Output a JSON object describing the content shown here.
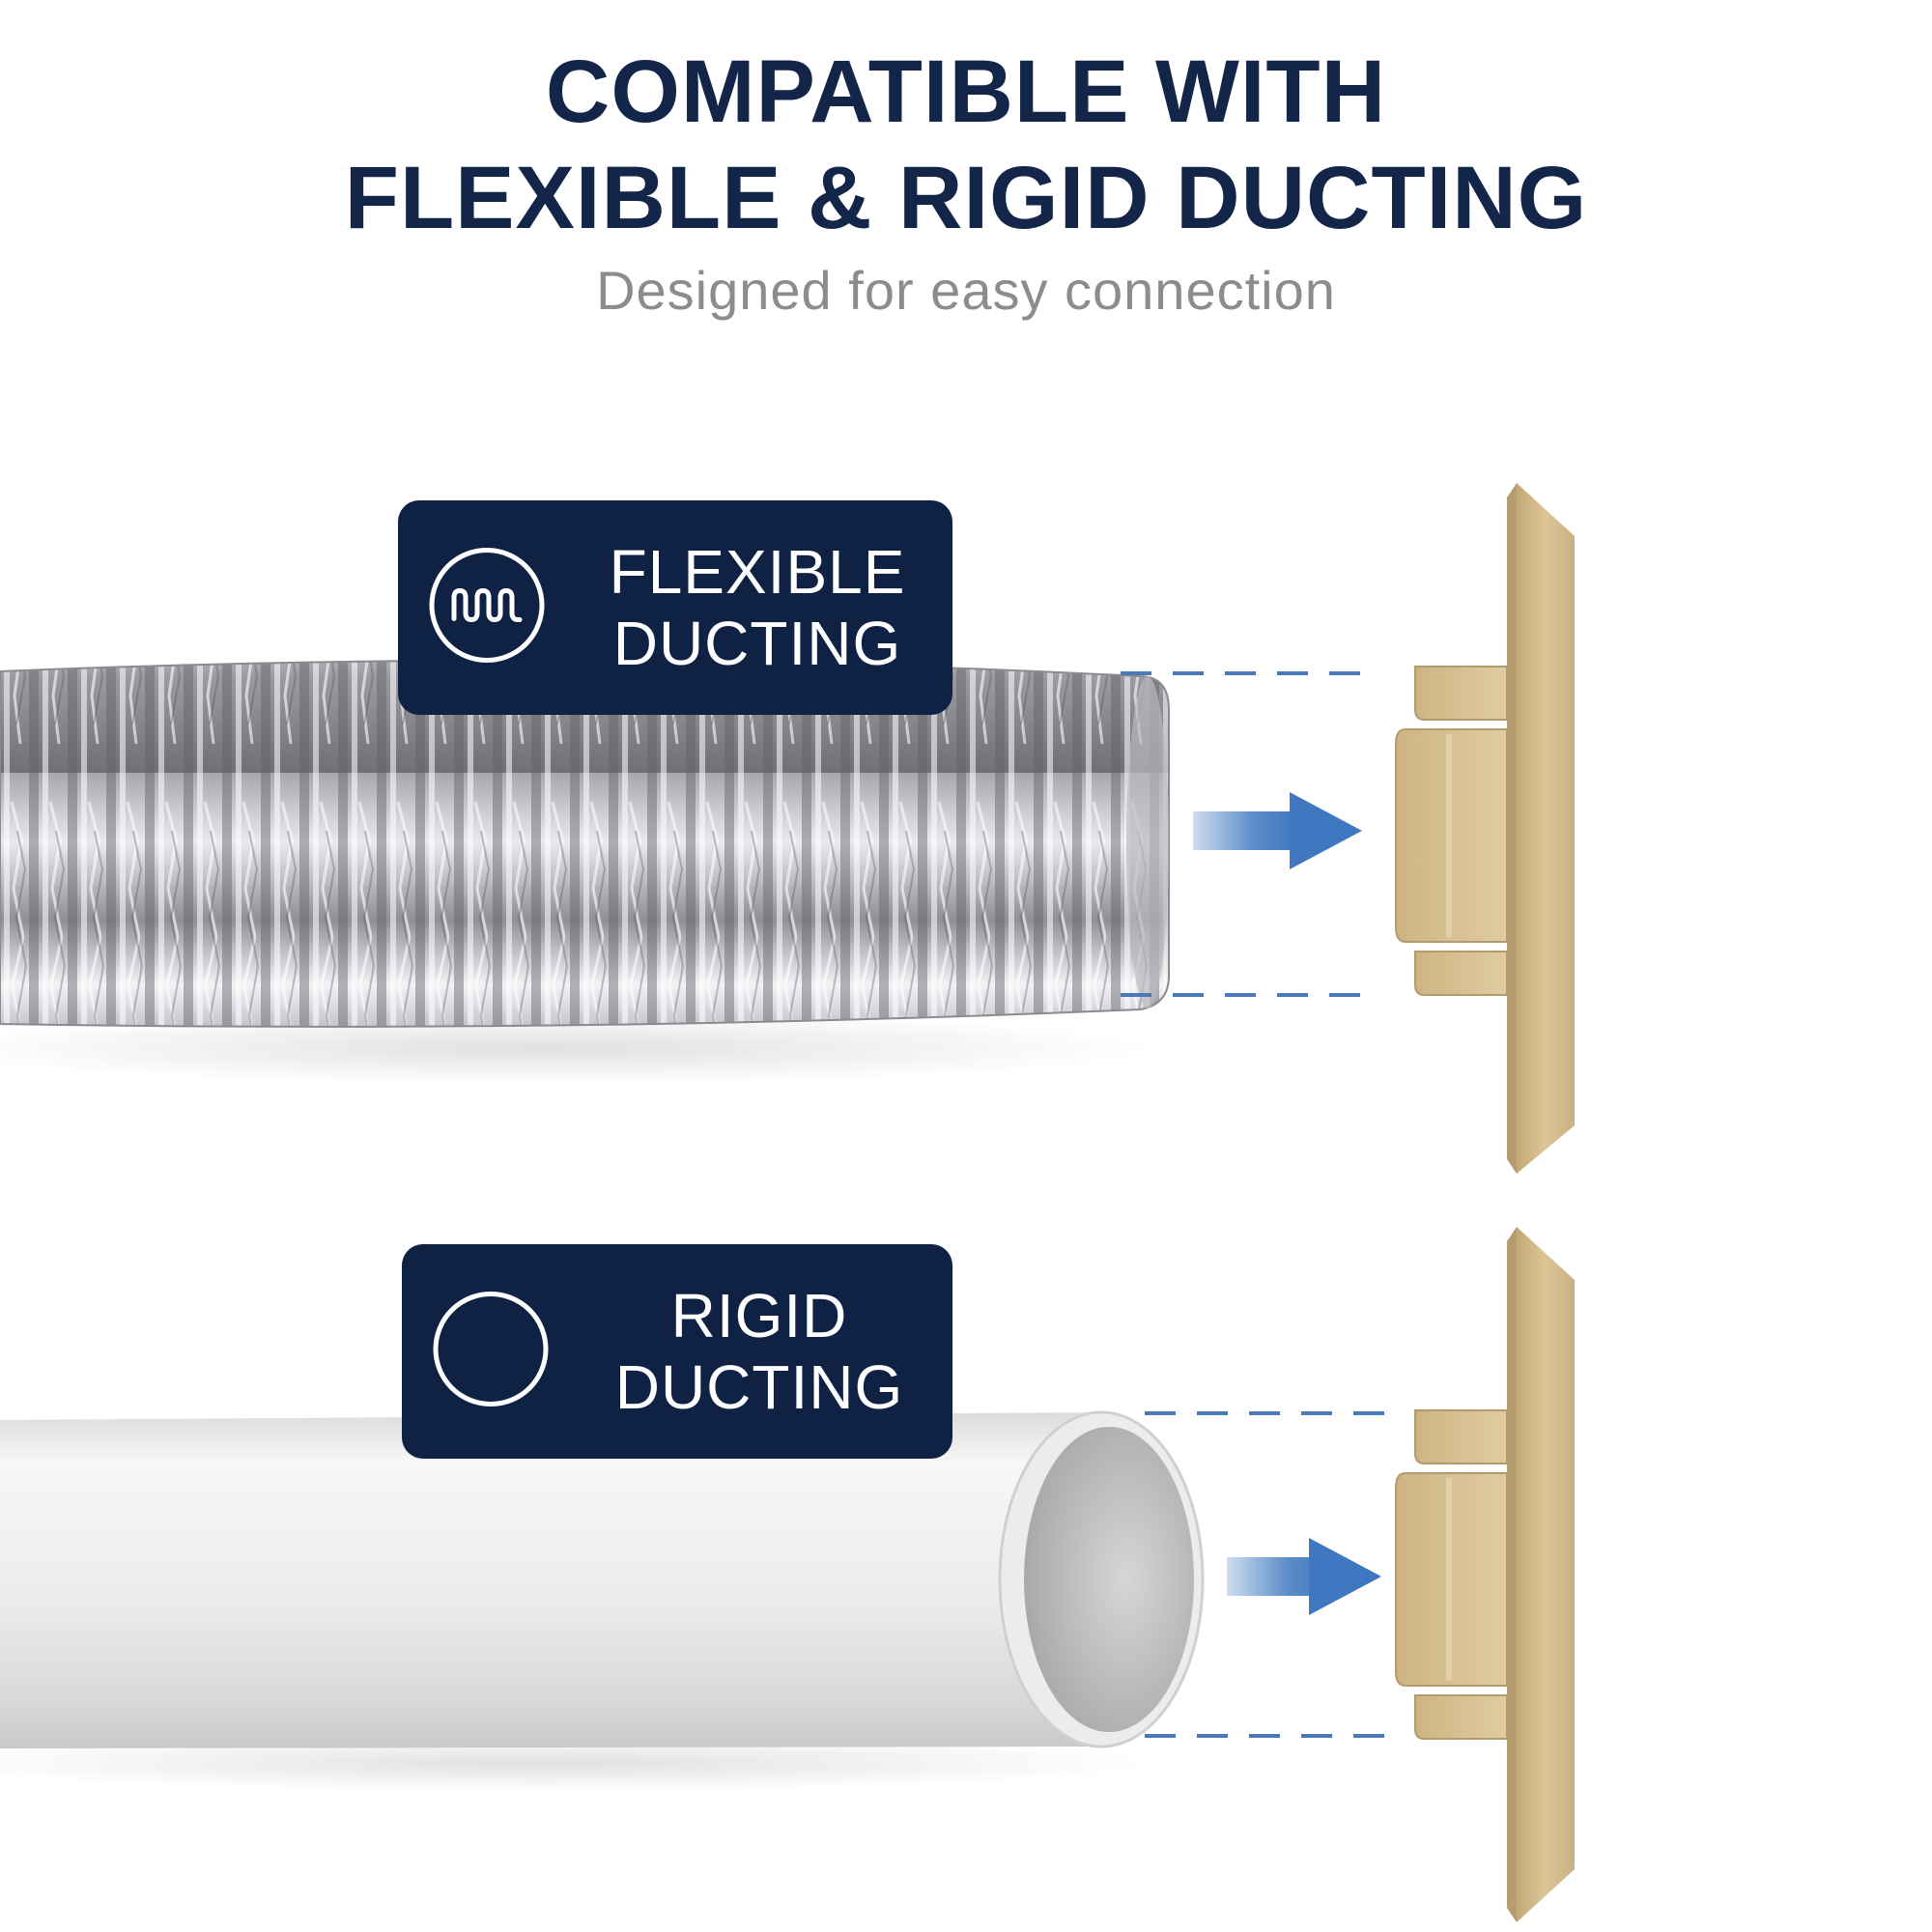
{
  "header": {
    "title_line1": "COMPATIBLE WITH",
    "title_line2": "FLEXIBLE & RIGID DUCTING",
    "subtitle": "Designed for easy connection"
  },
  "flexible": {
    "label_line1": "FLEXIBLE",
    "label_line2": "DUCTING",
    "icon": "coil-icon"
  },
  "rigid": {
    "label_line1": "RIGID",
    "label_line2": "DUCTING",
    "icon": "circle-icon"
  },
  "colors": {
    "title": "#14254a",
    "subtitle": "#8c8c8c",
    "badge": "#0f2244",
    "arrow": "#3f78c0",
    "guide": "#4a78b8",
    "vent": "#d2b98a"
  }
}
